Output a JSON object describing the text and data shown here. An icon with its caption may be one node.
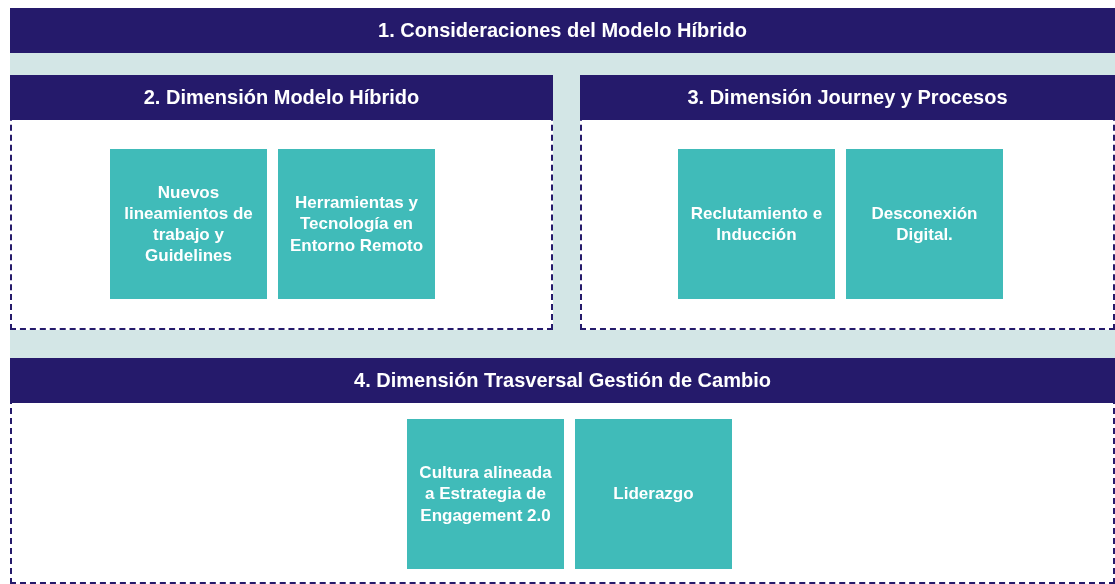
{
  "diagram": {
    "nodes": [
      {
        "text": [
          "1. Consideraciones del Modelo Híbrido"
        ]
      },
      {
        "text": [
          "2. Dimensión Modelo Híbrido"
        ],
        "in": 0
      },
      {
        "text": [
          "Nuevos lineamientos de trabajo y Guidelines"
        ],
        "in": 1
      },
      {
        "text": [
          "Herramientas y Tecnología en Entorno Remoto"
        ],
        "in": 1
      },
      {
        "text": [
          "3. Dimensión Journey y Procesos"
        ],
        "in": 0
      },
      {
        "text": [
          "Reclutamiento e Inducción"
        ],
        "in": 4
      },
      {
        "text": [
          "Desconexión Digital."
        ],
        "in": 4
      },
      {
        "text": [
          "4. Dimensión Trasversal Gestión de Cambio"
        ],
        "in": 0
      },
      {
        "text": [
          "Cultura alineada a Estrategia de Engagement 2.0"
        ],
        "in": 7
      },
      {
        "text": [
          "Liderazgo"
        ],
        "in": 7
      }
    ]
  }
}
